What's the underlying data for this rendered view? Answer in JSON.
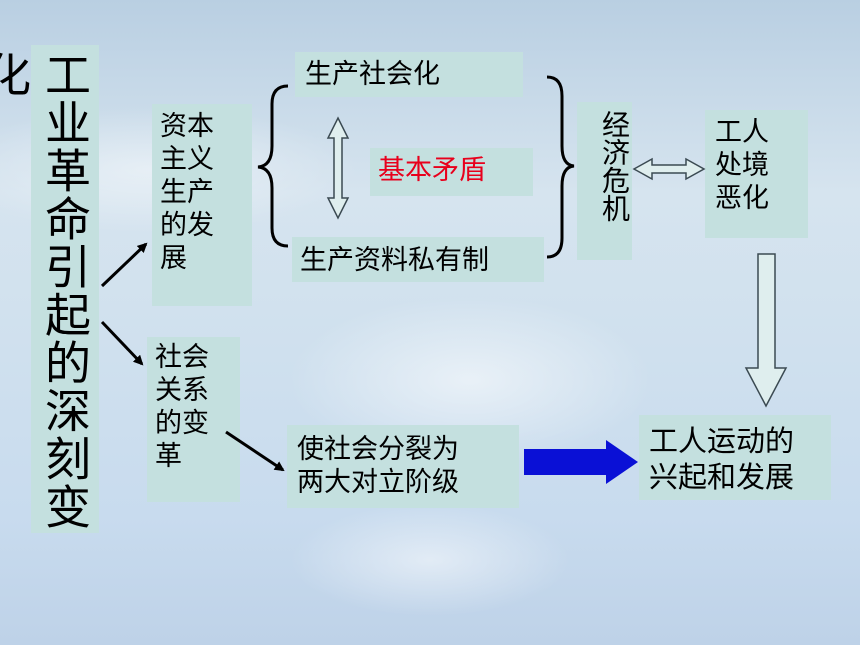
{
  "boxes": {
    "title": "工业革命引起的深刻变化",
    "capitalist_development": [
      "资本",
      "主义",
      "生产",
      "的发",
      "展"
    ],
    "social_relations_change": [
      "社会",
      "关系",
      "的变",
      "革"
    ],
    "socialized_production": "生产社会化",
    "basic_contradiction": "基本矛盾",
    "private_ownership": "生产资料私有制",
    "economic_crisis": "经济危机",
    "worker_conditions": [
      "工人",
      "处境",
      "恶化"
    ],
    "society_split": [
      "使社会分裂为",
      "两大对立阶级"
    ],
    "workers_movement": [
      "工人运动的",
      "兴起和发展"
    ]
  },
  "colors": {
    "box_fill": "#c4e0df",
    "contradiction_text": "#e8001c",
    "main_arrow": "#0a10d6",
    "hollow_arrow_fill": "#dfeeee"
  }
}
